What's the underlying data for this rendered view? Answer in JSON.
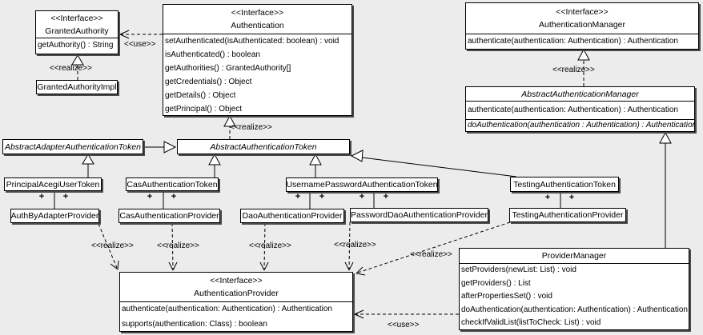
{
  "colors": {
    "background": "#ececec",
    "box_fill": "#ffffff",
    "border": "#000000",
    "shadow": "#4a4a4a"
  },
  "labels": {
    "use": "<<use>>",
    "realize": "<<realize>>",
    "plus": "+"
  },
  "classes": {
    "granted_authority": {
      "stereotype": "<<Interface>>",
      "name": "GrantedAuthority",
      "methods": [
        "getAuthority() : String"
      ]
    },
    "granted_authority_impl": {
      "name": "GrantedAuthorityImpl"
    },
    "authentication": {
      "stereotype": "<<Interface>>",
      "name": "Authentication",
      "methods": [
        "setAuthenticated(isAuthenticated: boolean) : void",
        "isAuthenticated() : boolean",
        "getAuthorities() : GrantedAuthority[]",
        "getCredentials() : Object",
        "getDetails() : Object",
        "getPrincipal() : Object"
      ]
    },
    "authentication_manager": {
      "stereotype": "<<Interface>>",
      "name": "AuthenticationManager",
      "methods": [
        "authenticate(authentication: Authentication) : Authentication"
      ]
    },
    "abstract_authentication_manager": {
      "name": "AbstractAuthenticationManager",
      "methods": [
        "authenticate(authentication: Authentication) : Authentication",
        "doAuthentication(authentication : Authentication) : Authentication"
      ]
    },
    "abstract_adapter_authentication_token": {
      "name": "AbstractAdapterAuthenticationToken"
    },
    "abstract_authentication_token": {
      "name": "AbstractAuthenticationToken"
    },
    "principal_acegi_user_token": {
      "name": "PrincipalAcegiUserToken"
    },
    "cas_authentication_token": {
      "name": "CasAuthenticationToken"
    },
    "username_password_authentication_token": {
      "name": "UsernamePasswordAuthenticationToken"
    },
    "testing_authentication_token": {
      "name": "TestingAuthenticationToken"
    },
    "auth_by_adapter_provider": {
      "name": "AuthByAdapterProvider"
    },
    "cas_authentication_provider": {
      "name": "CasAuthenticationProvider"
    },
    "dao_authentication_provider": {
      "name": "DaoAuthenticationProvider"
    },
    "password_dao_authentication_provider": {
      "name": "PasswordDaoAuthenticationProvider"
    },
    "testing_authentication_provider": {
      "name": "TestingAuthenticationProvider"
    },
    "authentication_provider": {
      "stereotype": "<<Interface>>",
      "name": "AuthenticationProvider",
      "methods": [
        "authenticate(authentication: Authentication) : Authentication",
        "supports(authentication: Class) : boolean"
      ]
    },
    "provider_manager": {
      "name": "ProviderManager",
      "methods": [
        "setProviders(newList: List) : void",
        "getProviders() : List",
        "afterPropertiesSet() : void",
        "doAuthentication(authentication: Authentication) : Authentication",
        "checkIfValidList(listToCheck: List) : void"
      ]
    }
  }
}
